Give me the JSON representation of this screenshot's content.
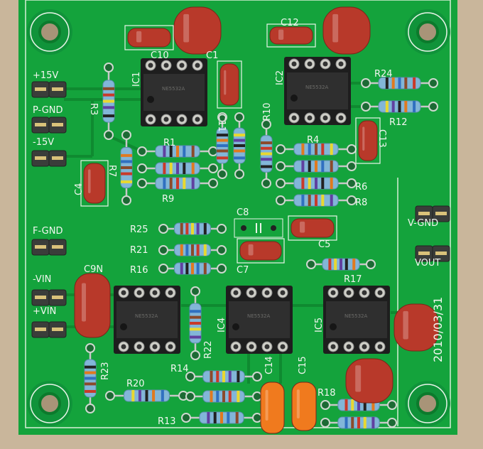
{
  "colors": {
    "board": "#14a33c",
    "silkscreen": "#f2f6f0",
    "capacitor_red": "#b8392a",
    "capacitor_orange": "#f07a1e",
    "resistor_body": "#82b6d8",
    "ic_body": "#2e2e2e",
    "background": "#c9b69b"
  },
  "connectors": {
    "p15v": "+15V",
    "pgnd": "P-GND",
    "m15v": "-15V",
    "fgnd": "F-GND",
    "mvin": "-VIN",
    "pvin": "+VIN",
    "vgnd": "V-GND",
    "vout": "VOUT"
  },
  "ics": {
    "ic1": "IC1",
    "ic2": "IC2",
    "ic4": "IC4",
    "ic5": "IC5"
  },
  "chip_marking": "NE5532A",
  "capacitors": {
    "c1": "C1",
    "c4": "C4",
    "c5": "C5",
    "c7": "C7",
    "c8": "C8",
    "c9n": "C9N",
    "c10": "C10",
    "c11": "C11",
    "c12": "C12",
    "c13": "C13",
    "c14": "C14",
    "c15": "C15"
  },
  "resistors": {
    "r1": "R1",
    "r3": "R3",
    "r4": "R4",
    "r6": "R6",
    "r7": "R7",
    "r8": "R8",
    "r9": "R9",
    "r10": "R10",
    "r12": "R12",
    "r13": "R13",
    "r14": "R14",
    "r16": "R16",
    "r17": "R17",
    "r18": "R18",
    "r20": "R20",
    "r21": "R21",
    "r22": "R22",
    "r23": "R23",
    "r24": "R24",
    "r25": "R25"
  },
  "date": "2010/03/31"
}
